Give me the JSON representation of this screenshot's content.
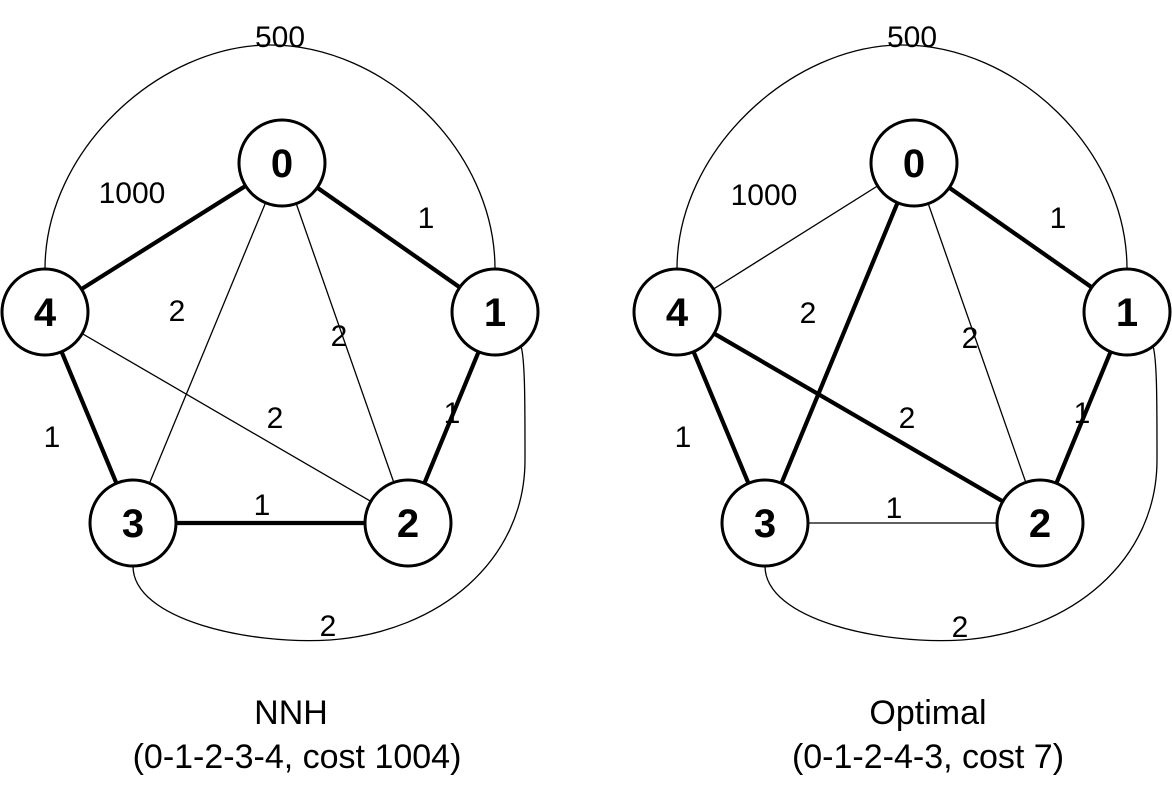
{
  "graphs": [
    {
      "caption": [
        "NNH",
        "(0-1-2-3-4, cost 1004)"
      ],
      "nodes": [
        "0",
        "1",
        "2",
        "3",
        "4"
      ],
      "edges": [
        {
          "from": "0",
          "to": "1",
          "weight": "1",
          "tour": true
        },
        {
          "from": "1",
          "to": "2",
          "weight": "1",
          "tour": true
        },
        {
          "from": "2",
          "to": "3",
          "weight": "1",
          "tour": true
        },
        {
          "from": "3",
          "to": "4",
          "weight": "1",
          "tour": true
        },
        {
          "from": "4",
          "to": "0",
          "weight": "1000",
          "tour": true
        },
        {
          "from": "0",
          "to": "2",
          "weight": "2",
          "tour": false
        },
        {
          "from": "0",
          "to": "3",
          "weight": "2",
          "tour": false
        },
        {
          "from": "4",
          "to": "2",
          "weight": "2",
          "tour": false
        },
        {
          "from": "4",
          "to": "1",
          "weight": "500",
          "tour": false
        },
        {
          "from": "3",
          "to": "1",
          "weight": "2",
          "tour": false
        }
      ]
    },
    {
      "caption": [
        "Optimal",
        "(0-1-2-4-3, cost 7)"
      ],
      "nodes": [
        "0",
        "1",
        "2",
        "3",
        "4"
      ],
      "edges": [
        {
          "from": "0",
          "to": "1",
          "weight": "1",
          "tour": true
        },
        {
          "from": "1",
          "to": "2",
          "weight": "1",
          "tour": true
        },
        {
          "from": "2",
          "to": "4",
          "weight": "2",
          "tour": true
        },
        {
          "from": "4",
          "to": "3",
          "weight": "1",
          "tour": true
        },
        {
          "from": "3",
          "to": "0",
          "weight": "2",
          "tour": true
        },
        {
          "from": "0",
          "to": "2",
          "weight": "2",
          "tour": false
        },
        {
          "from": "0",
          "to": "4",
          "weight": "1000",
          "tour": false
        },
        {
          "from": "3",
          "to": "2",
          "weight": "1",
          "tour": false
        },
        {
          "from": "4",
          "to": "1",
          "weight": "500",
          "tour": false
        },
        {
          "from": "3",
          "to": "1",
          "weight": "2",
          "tour": false
        }
      ]
    }
  ]
}
